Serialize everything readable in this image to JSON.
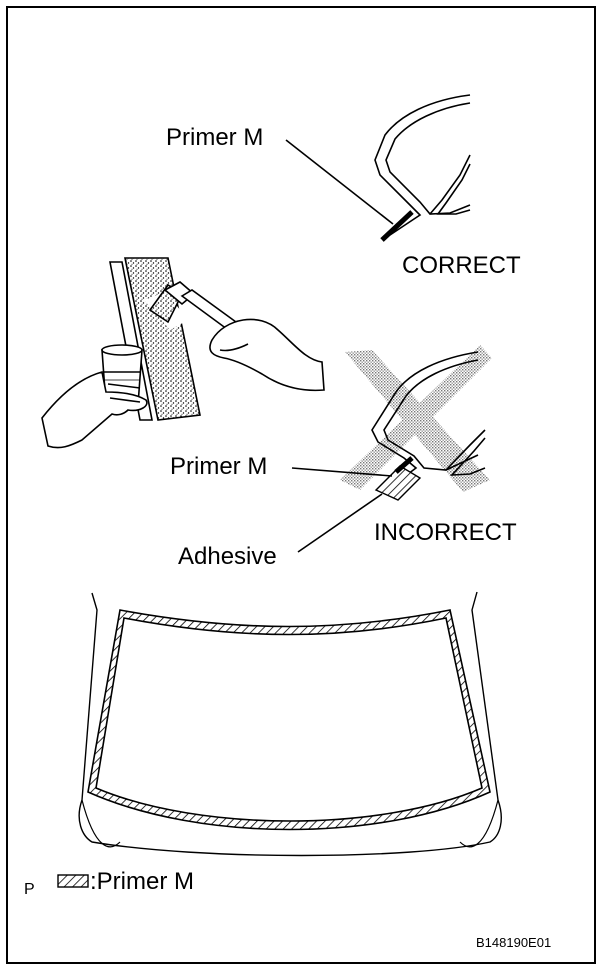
{
  "labels": {
    "primer_top": "Primer M",
    "correct": "CORRECT",
    "primer_mid": "Primer M",
    "incorrect": "INCORRECT",
    "adhesive": "Adhesive",
    "legend_primer": ":Primer M",
    "corner_mark": "P",
    "figure_id": "B148190E01"
  }
}
